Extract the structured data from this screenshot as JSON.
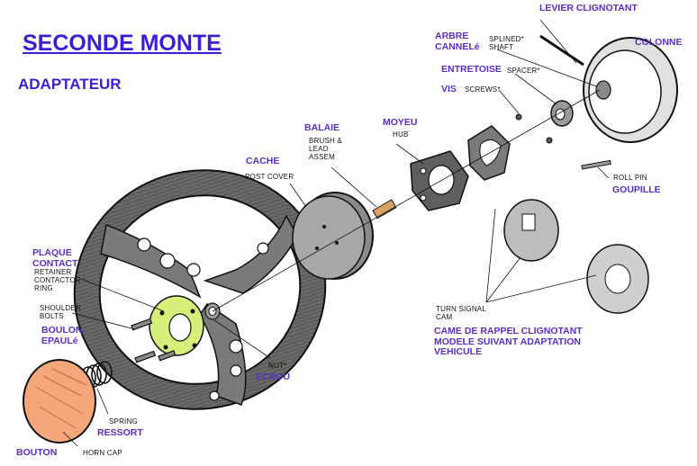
{
  "title": "SECONDE MONTE",
  "subtitle": "ADAPTATEUR",
  "labels": {
    "levier": "LEVIER CLIGNOTANT",
    "colonne": "COLONNE",
    "arbre_1": "ARBRE",
    "arbre_2": "CANNELé",
    "splined_1": "SPLINED*",
    "splined_2": "SHAFT",
    "entretoise": "ENTRETOISE",
    "spacer": "SPACER*",
    "vis": "VIS",
    "screws": "SCREWS*",
    "moyeu": "MOYEU",
    "hub": "HUB",
    "balaie": "BALAIE",
    "brush_1": "BRUSH &",
    "brush_2": "LEAD",
    "brush_3": "ASSEM",
    "cache": "CACHE",
    "post_cover": "POST COVER",
    "roll_pin": "ROLL PIN",
    "goupille": "GOUPILLE",
    "plaque_1": "PLAQUE",
    "plaque_2": "CONTACT",
    "retainer_1": "RETAINER",
    "retainer_2": "CONTACTOR",
    "retainer_3": "RING",
    "shoulder_1": "SHOULDER",
    "shoulder_2": "BOLTS",
    "boulon_1": "BOULON",
    "boulon_2": "EPAULé",
    "turn_1": "TURN SIGNAL",
    "turn_2": "CAM",
    "came_1": "CAME DE RAPPEL CLIGNOTANT",
    "came_2": "MODELE SUIVANT ADAPTATION",
    "came_3": "VEHICULE",
    "nut": "NUT*",
    "ecrou": "ECROU",
    "spring": "SPRING",
    "ressort": "RESSORT",
    "bouton": "BOUTON",
    "horn_cap": "HORN CAP"
  },
  "colors": {
    "title": "#3b1fd6",
    "label_fr": "#5a2dc8",
    "label_en": "#111111",
    "contact_plate": "#d6ef7a",
    "horn_cap": "#f3a77a"
  }
}
